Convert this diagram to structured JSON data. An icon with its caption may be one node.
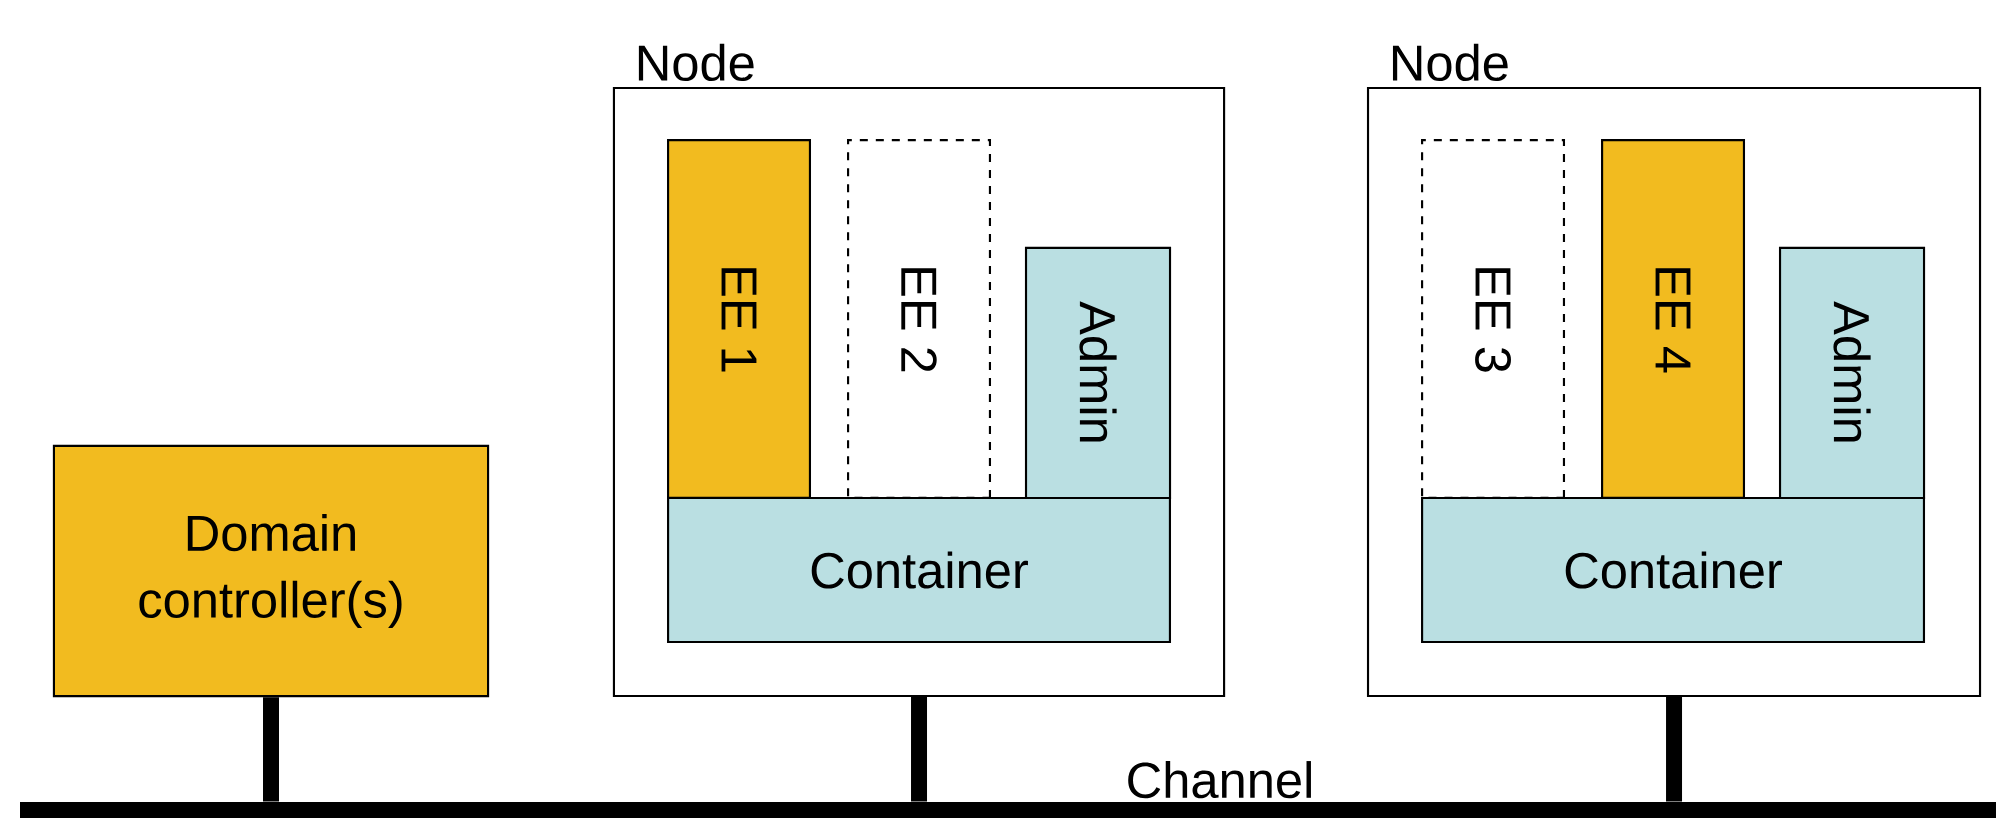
{
  "diagram": {
    "nodes": [
      {
        "text": [
          "Domain controller(s)"
        ]
      },
      {
        "text": [
          "Node"
        ]
      },
      {
        "text": [
          "EE 1"
        ],
        "in": 1
      },
      {
        "text": [
          "EE 2"
        ],
        "in": 1
      },
      {
        "text": [
          "Admin"
        ],
        "in": 1
      },
      {
        "text": [
          "Container"
        ],
        "in": 1
      },
      {
        "text": [
          "Node"
        ]
      },
      {
        "text": [
          "EE 3"
        ],
        "in": 6
      },
      {
        "text": [
          "EE 4"
        ],
        "in": 6
      },
      {
        "text": [
          "Admin"
        ],
        "in": 6
      },
      {
        "text": [
          "Container"
        ],
        "in": 6
      },
      {
        "text": [
          "Channel"
        ]
      }
    ],
    "edges": [
      {
        "from": 0,
        "to": 11,
        "arrow": "none"
      },
      {
        "from": 1,
        "to": 11,
        "arrow": "none"
      },
      {
        "from": 6,
        "to": 11,
        "arrow": "none"
      }
    ]
  }
}
